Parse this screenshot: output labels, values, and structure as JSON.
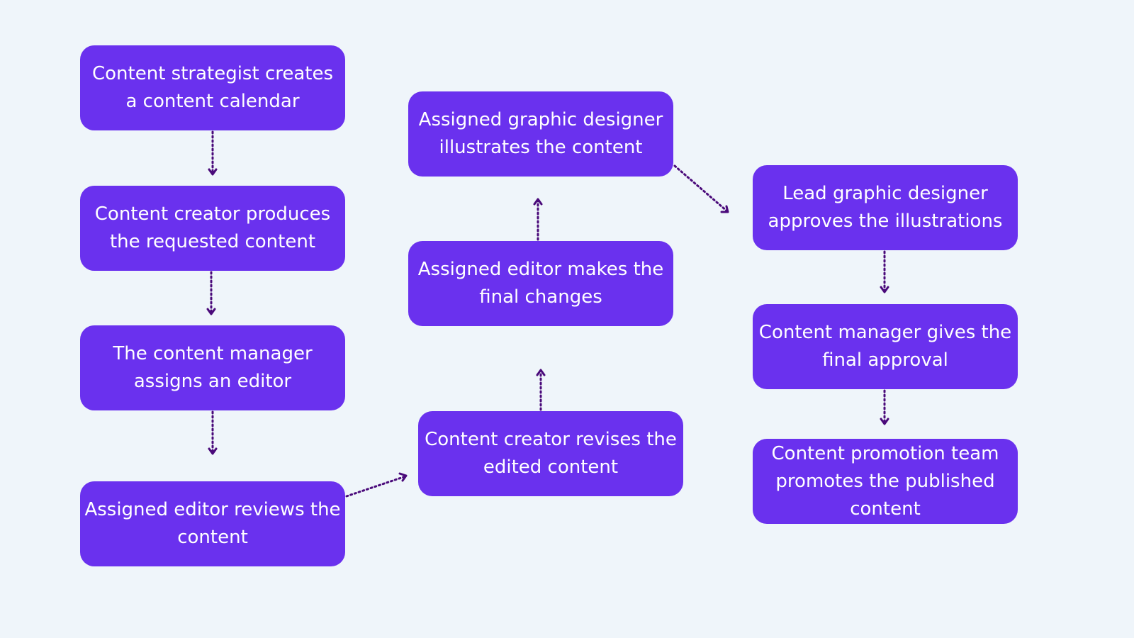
{
  "colors": {
    "background": "#eff5fa",
    "node_fill": "#6a31ee",
    "node_text": "#ffffff",
    "arrow": "#4a0a7a"
  },
  "nodes": [
    {
      "id": "n1",
      "text": "Content strategist creates a content calendar"
    },
    {
      "id": "n2",
      "text": "Content creator produces the requested content"
    },
    {
      "id": "n3",
      "text": "The content manager assigns an editor"
    },
    {
      "id": "n4",
      "text": "Assigned editor reviews the content"
    },
    {
      "id": "n5",
      "text": "Content creator revises the edited content"
    },
    {
      "id": "n6",
      "text": "Assigned editor makes the final changes"
    },
    {
      "id": "n7",
      "text": "Assigned graphic designer illustrates the content"
    },
    {
      "id": "n8",
      "text": "Lead graphic designer approves the illustrations"
    },
    {
      "id": "n9",
      "text": "Content manager gives the final approval"
    },
    {
      "id": "n10",
      "text": "Content promotion team promotes the published content"
    }
  ],
  "edges": [
    {
      "from": "n1",
      "to": "n2"
    },
    {
      "from": "n2",
      "to": "n3"
    },
    {
      "from": "n3",
      "to": "n4"
    },
    {
      "from": "n4",
      "to": "n5"
    },
    {
      "from": "n5",
      "to": "n6"
    },
    {
      "from": "n6",
      "to": "n7"
    },
    {
      "from": "n7",
      "to": "n8"
    },
    {
      "from": "n8",
      "to": "n9"
    },
    {
      "from": "n9",
      "to": "n10"
    }
  ]
}
